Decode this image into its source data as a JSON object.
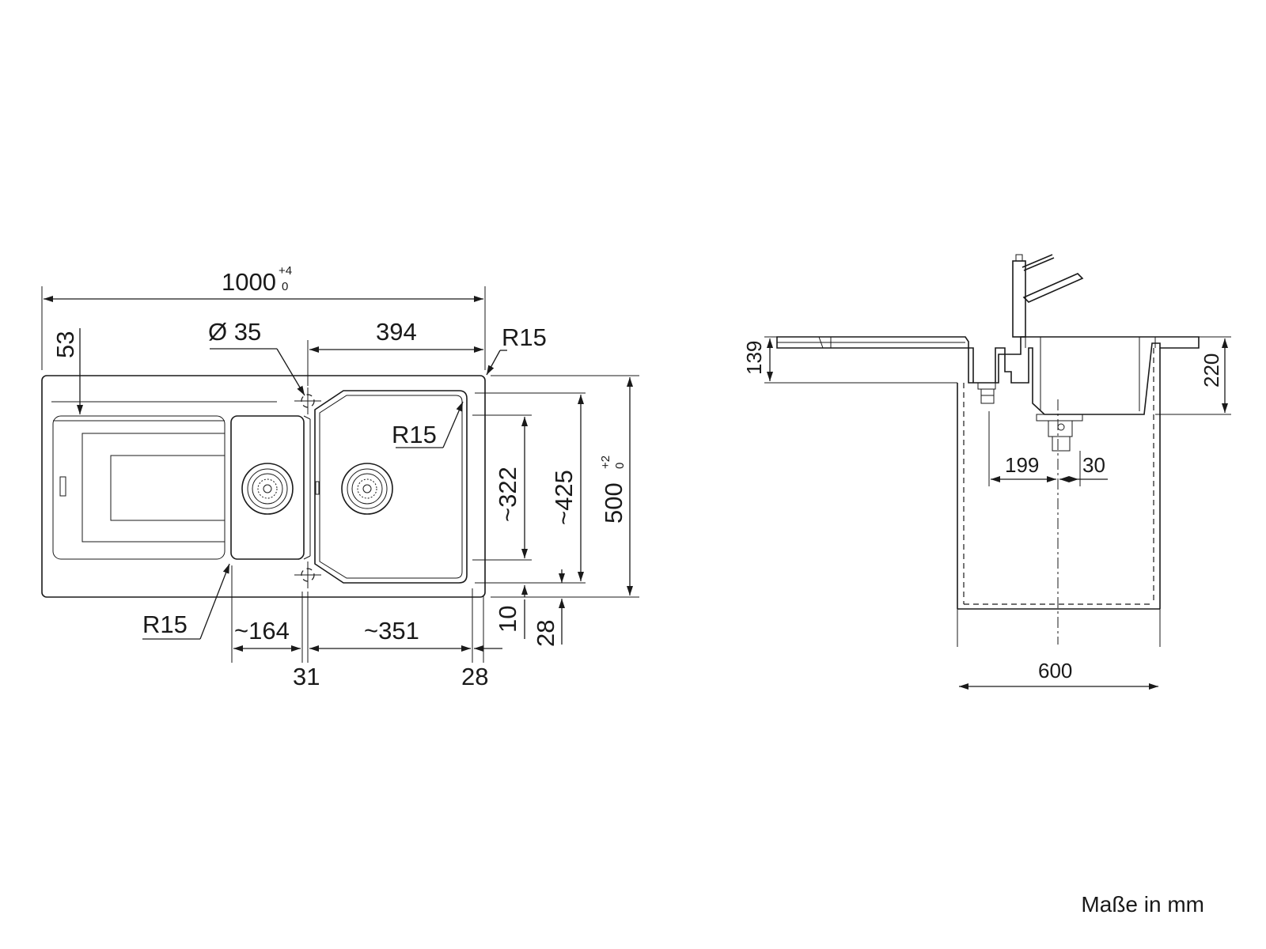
{
  "plan": {
    "width": {
      "base": "1000",
      "tol_plus": "+4",
      "tol_minus": "0"
    },
    "height": {
      "base": "500",
      "tol_plus": "+2",
      "tol_minus": "0"
    },
    "d53": "53",
    "tap_hole": "Ø 35",
    "d394": "394",
    "r_top": "R15",
    "r_inner": "R15",
    "r_bottom": "R15",
    "d322": "~322",
    "d425": "~425",
    "d164": "~164",
    "d351": "~351",
    "d31": "31",
    "d28_bottom": "28",
    "d10": "10",
    "d28_side": "28"
  },
  "section": {
    "d139": "139",
    "d220": "220",
    "d199": "199",
    "d30": "30",
    "d600": "600"
  },
  "note": "Maße in mm"
}
